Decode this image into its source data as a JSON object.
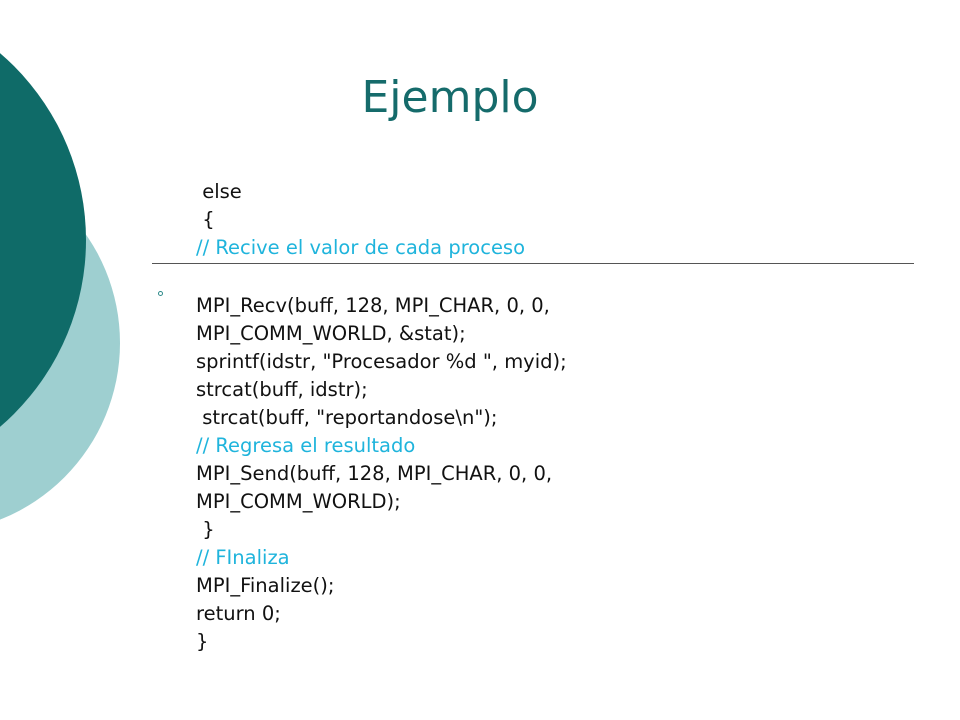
{
  "slide": {
    "title": "Ejemplo",
    "colors": {
      "title": "#156b6b",
      "dark_teal": "#0f6b68",
      "light_teal": "#9ecfd0",
      "comment": "#1fb4dc",
      "code": "#111111",
      "rule": "#555555"
    },
    "bullet_icon": "circle-bullet-icon"
  },
  "code": [
    {
      "text": " else",
      "kind": "code"
    },
    {
      "text": " {",
      "kind": "code"
    },
    {
      "text": "// Recive el valor de cada proceso",
      "kind": "comment"
    },
    {
      "text": "MPI_Recv(buff, 128, MPI_CHAR, 0, 0,",
      "kind": "code"
    },
    {
      "text": "MPI_COMM_WORLD, &stat);",
      "kind": "code"
    },
    {
      "text": "sprintf(idstr, \"Procesador %d \", myid);",
      "kind": "code"
    },
    {
      "text": "strcat(buff, idstr);",
      "kind": "code"
    },
    {
      "text": " strcat(buff, \"reportandose\\n\");",
      "kind": "code"
    },
    {
      "text": "// Regresa el resultado",
      "kind": "comment"
    },
    {
      "text": "MPI_Send(buff, 128, MPI_CHAR, 0, 0,",
      "kind": "code"
    },
    {
      "text": "MPI_COMM_WORLD);",
      "kind": "code"
    },
    {
      "text": " }",
      "kind": "code"
    },
    {
      "text": "// FInaliza",
      "kind": "comment"
    },
    {
      "text": "MPI_Finalize();",
      "kind": "code"
    },
    {
      "text": "return 0;",
      "kind": "code"
    },
    {
      "text": "}",
      "kind": "code"
    }
  ]
}
